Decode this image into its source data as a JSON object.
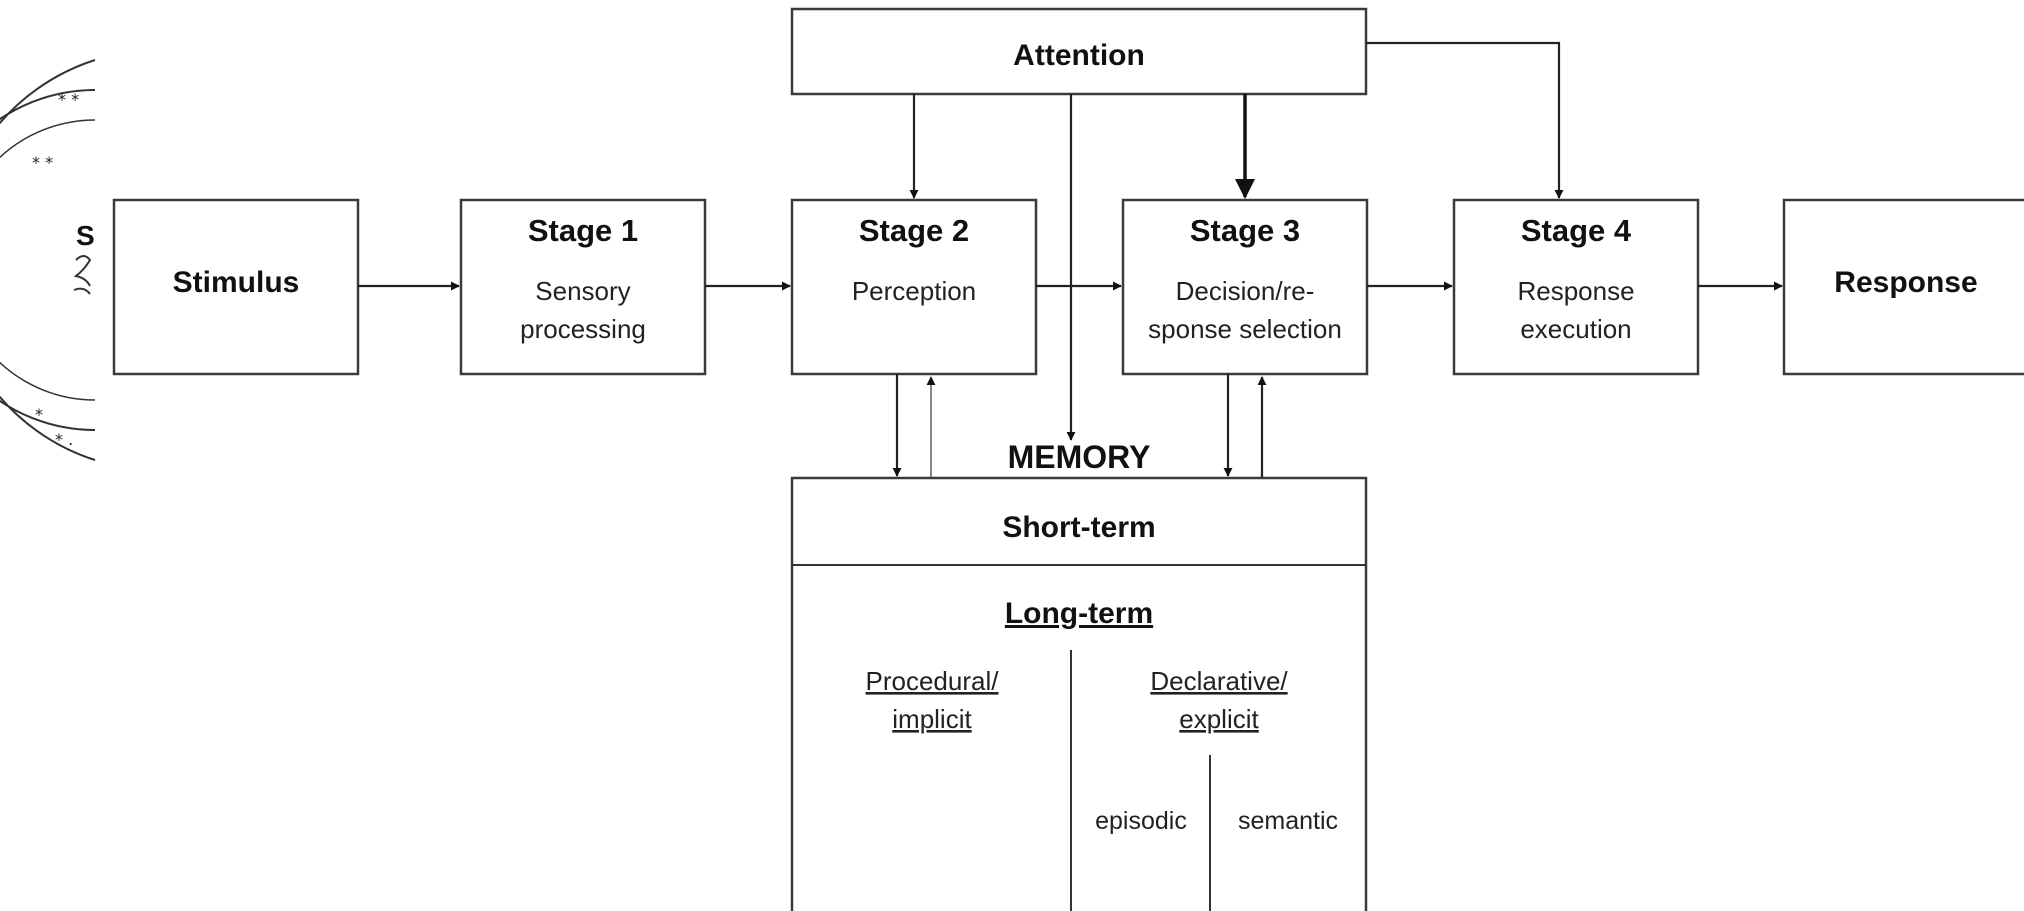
{
  "nodes": {
    "attention": {
      "title": "Attention"
    },
    "stimulus": {
      "title": "Stimulus"
    },
    "stage1": {
      "title": "Stage 1",
      "line1": "Sensory",
      "line2": "processing"
    },
    "stage2": {
      "title": "Stage 2",
      "line1": "Perception"
    },
    "stage3": {
      "title": "Stage 3",
      "line1": "Decision/re-",
      "line2": "sponse selection"
    },
    "stage4": {
      "title": "Stage 4",
      "line1": "Response",
      "line2": "execution"
    },
    "response": {
      "title": "Response"
    }
  },
  "memory": {
    "heading": "MEMORY",
    "short_term": "Short-term",
    "long_term": "Long-term",
    "procedural_line1": "Procedural/",
    "procedural_line2": "implicit",
    "declarative_line1": "Declarative/",
    "declarative_line2": "explicit",
    "episodic": "episodic",
    "semantic": "semantic"
  },
  "seal": {
    "partial_text": "S"
  }
}
